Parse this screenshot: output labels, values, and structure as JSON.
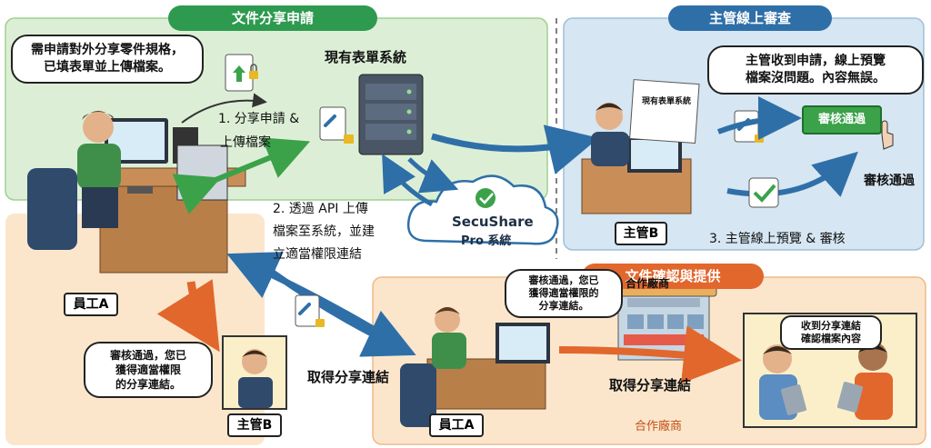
{
  "sections": {
    "file_share_apply": {
      "title": "文件分享申請",
      "color": "#2e9a4f"
    },
    "supervisor_review": {
      "title": "主管線上審查",
      "color": "#2f6fa8"
    },
    "confirm_provide": {
      "title": "文件確認與提供",
      "color": "#e2672d"
    }
  },
  "bubbles": {
    "employee_need": "需申請對外分享零件規格，\n已填表單並上傳檔案。",
    "supervisor_preview": "主管收到申請，線上預覽\n檔案沒問題。內容無誤。",
    "approved_link_1": "審核通過，您已\n獲得適當權限\n的分享連結。",
    "approved_link_2": "審核通過，您已\n獲得適當權限的\n分享連結。",
    "partner_receive": "收到分享連結\n確認檔案內容"
  },
  "labels": {
    "form_system": "現有表單系統",
    "step1": "1. 分享申請 &",
    "step1b": "上傳檔案",
    "step2": "2. 透過 API 上傳\n檔案至系統，並建\n立適當權限連結",
    "step3": "3. 主管線上預覽 & 審核",
    "approve_text": "審核通過",
    "get_link_1": "取得分享連結",
    "get_link_2": "取得分享連結",
    "partner_caption": "合作廠商",
    "partner_sign": "合作廠商",
    "screen_title": "現有表單系統"
  },
  "cloud": {
    "line1": "SecuShare",
    "line2": "Pro 系統"
  },
  "buttons": {
    "approve": "審核通過"
  },
  "people": {
    "employee_a_1": "員工A",
    "supervisor_b_1": "主管B",
    "supervisor_b_2": "主管B",
    "employee_a_2": "員工A"
  },
  "colors": {
    "green_bg": "#dcefd6",
    "blue_bg": "#d6e6f2",
    "orange_bg": "#fbe6cc",
    "arrow_blue": "#2f6fa8",
    "arrow_green": "#3ba24a",
    "arrow_orange": "#e2672d"
  }
}
